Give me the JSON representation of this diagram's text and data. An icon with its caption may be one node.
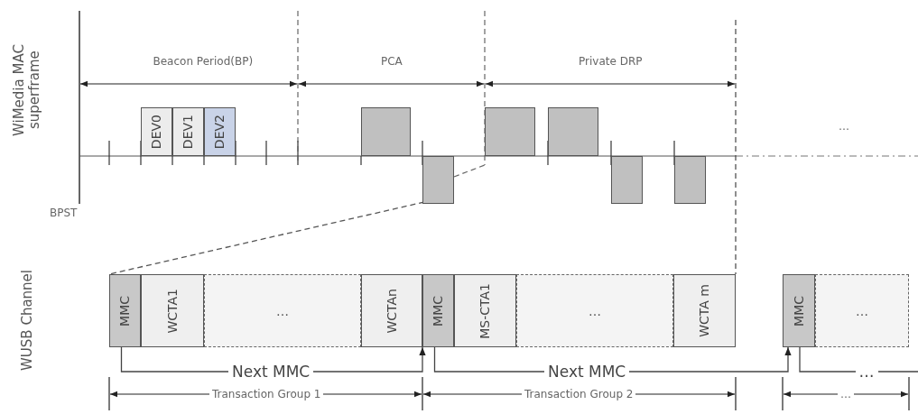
{
  "diagram": {
    "nodes": [
      {
        "text": [
          "DEV0"
        ]
      },
      {
        "text": [
          "DEV1"
        ]
      },
      {
        "text": [
          "DEV2"
        ]
      },
      {
        "text": [],
        "shape": "box"
      },
      {
        "text": [],
        "shape": "box"
      },
      {
        "text": [],
        "shape": "box"
      },
      {
        "text": [],
        "shape": "box"
      },
      {
        "text": [],
        "shape": "box"
      },
      {
        "text": [],
        "shape": "box"
      },
      {
        "text": [
          "MMC"
        ]
      },
      {
        "text": [
          "WCTA1"
        ]
      },
      {
        "text": [
          "…"
        ]
      },
      {
        "text": [
          "WCTAn"
        ]
      },
      {
        "text": [
          "MMC"
        ]
      },
      {
        "text": [
          "MS-CTA1"
        ]
      },
      {
        "text": [
          "…"
        ]
      },
      {
        "text": [
          "WCTA m"
        ]
      },
      {
        "text": [
          "MMC"
        ]
      },
      {
        "text": [
          "…"
        ]
      }
    ],
    "edges": [
      {
        "from": 4,
        "to": 9,
        "arrow": "none",
        "style": "dashed"
      },
      {
        "from": 9,
        "to": 13,
        "arrow": "to",
        "label": "Next MMC"
      },
      {
        "from": 13,
        "to": 17,
        "arrow": "to",
        "label": "Next MMC"
      },
      {
        "from": 17,
        "to": null,
        "arrow": "none",
        "label": "…"
      }
    ],
    "labels": [
      "WiMedia MAC superframe",
      "Beacon Period(BP)",
      "PCA",
      "Private DRP",
      "…",
      "BPST",
      "WUSB Channel",
      "Transaction Group 1",
      "Transaction Group 2",
      "…"
    ]
  }
}
